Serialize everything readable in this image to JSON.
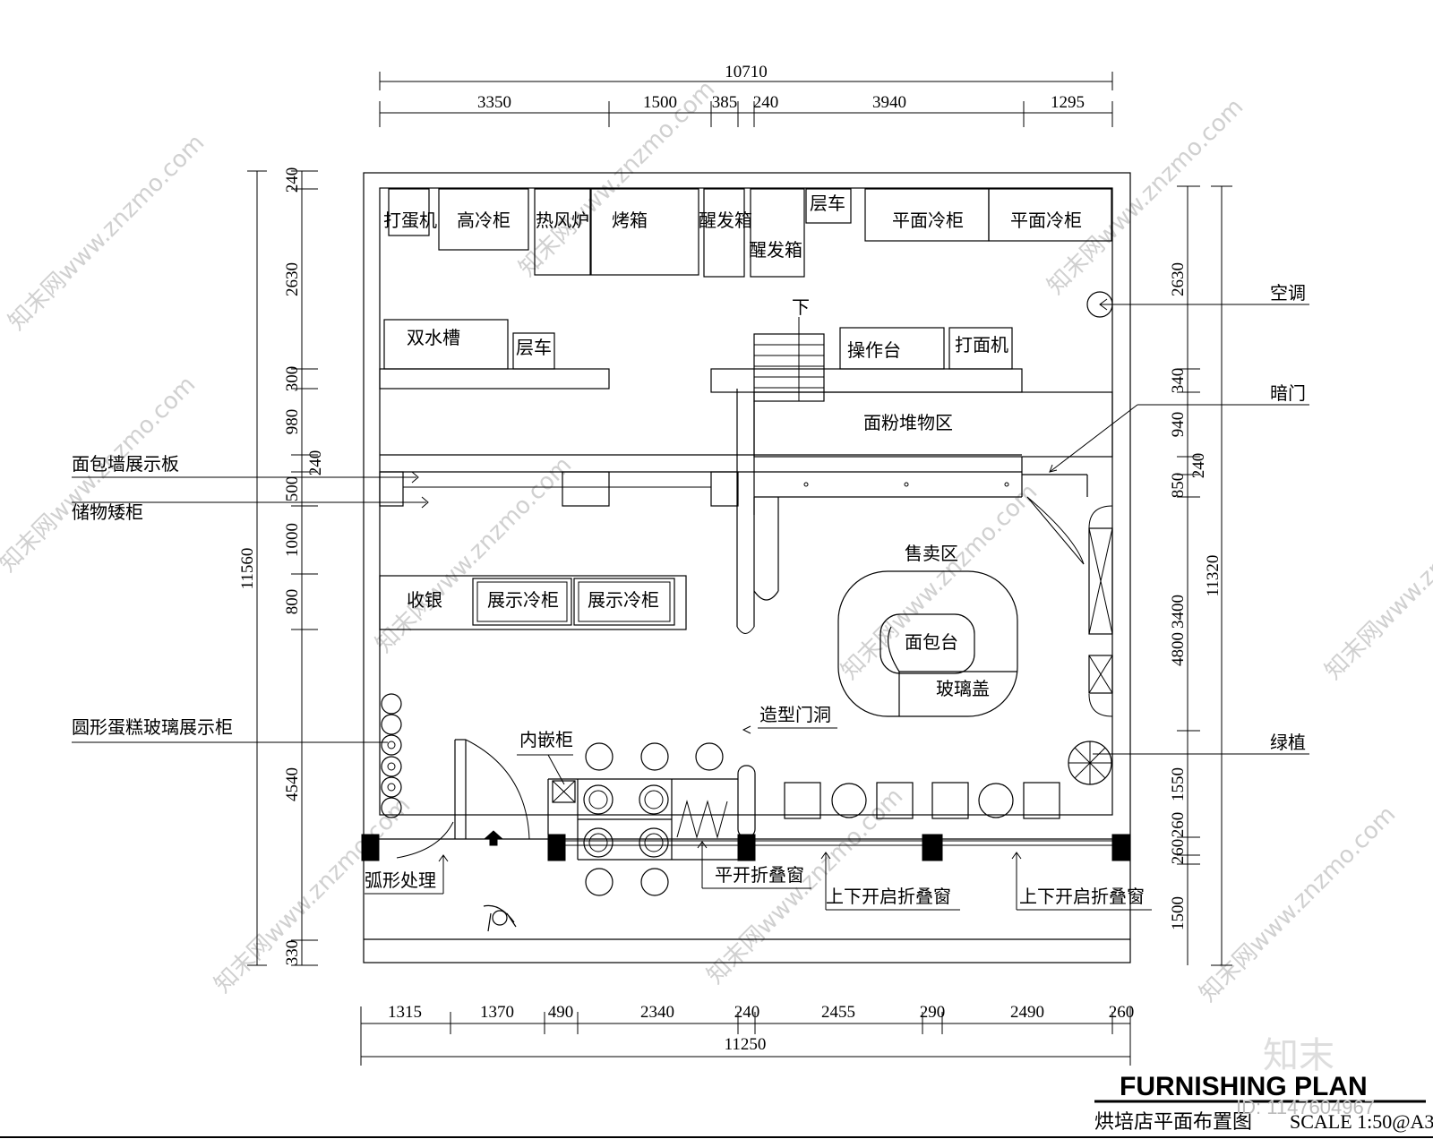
{
  "dims_top": {
    "total": "10710",
    "d1": "3350",
    "d2": "1500",
    "d3": "385",
    "d4": "240",
    "d5": "3940",
    "d6": "1295"
  },
  "dims_bottom": {
    "total": "11250",
    "d1": "1315",
    "d2": "1370",
    "d3": "490",
    "d4": "2340",
    "d5": "240",
    "d6": "2455",
    "d7": "290",
    "d8": "2490",
    "d9": "260"
  },
  "dims_left": {
    "total": "11560",
    "d1": "240",
    "d2": "2630",
    "d3": "300",
    "d4": "980",
    "d5": "240",
    "d6": "500",
    "d7": "1000",
    "d8": "800",
    "d9": "4540",
    "d10": "330"
  },
  "dims_right": {
    "total": "11320",
    "d1": "2630",
    "d2": "340",
    "d3": "940",
    "d4": "240",
    "d5": "850",
    "d6": "3400",
    "d7": "4800",
    "d8": "1550",
    "d9": "260",
    "d10": "260",
    "d11": "1500"
  },
  "rooms": {
    "egg_beater": "打蛋机",
    "high_fridge": "高冷柜",
    "hot_air_oven": "热风炉",
    "oven": "烤箱",
    "proofer_1": "醒发箱",
    "proofer_2": "醒发箱",
    "rack_top": "层车",
    "flat_fridge_1": "平面冷柜",
    "flat_fridge_2": "平面冷柜",
    "double_sink": "双水槽",
    "rack_mid": "层车",
    "down": "下",
    "work_table": "操作台",
    "dough_mixer": "打面机",
    "flour_area": "面粉堆物区",
    "cashier": "收银",
    "display_fridge_1": "展示冷柜",
    "display_fridge_2": "展示冷柜",
    "sales_area": "售卖区",
    "bread_table": "面包台",
    "glass_cover": "玻璃盖",
    "shaped_doorway": "造型门洞",
    "built_in_cabinet": "内嵌柜"
  },
  "callouts": {
    "bread_wall_board": "面包墙展示板",
    "storage_low_cabinet": "储物矮柜",
    "round_cake_cabinet": "圆形蛋糕玻璃展示柜",
    "air_conditioner": "空调",
    "hidden_door": "暗门",
    "green_plant": "绿植",
    "arc_treatment": "弧形处理",
    "casement_folding_window": "平开折叠窗",
    "updown_folding_window_1": "上下开启折叠窗",
    "updown_folding_window_2": "上下开启折叠窗"
  },
  "title_block": {
    "title_en": "FURNISHING PLAN",
    "title_cn": "烘培店平面布置图",
    "scale": "SCALE 1:50@A3",
    "id": "ID: 1147604967",
    "logo": "知末"
  },
  "watermark": "知末网www.znzmo.com"
}
